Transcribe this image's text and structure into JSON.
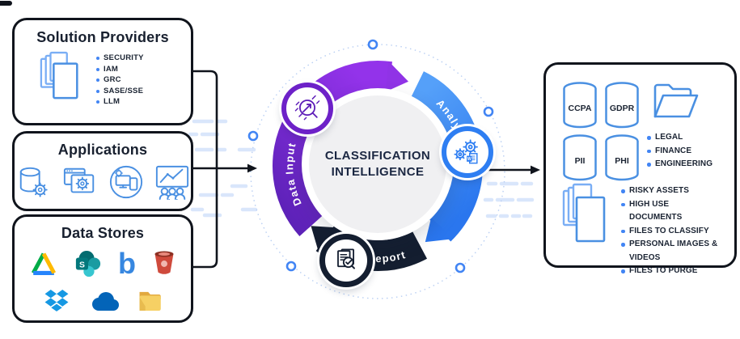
{
  "solution_providers": {
    "title": "Solution Providers",
    "icon": "document-stack-icon",
    "items": [
      "SECURITY",
      "IAM",
      "GRC",
      "SASE/SSE",
      "LLM"
    ]
  },
  "applications": {
    "title": "Applications",
    "icons": [
      "database-gear-icon",
      "app-windows-gear-icon",
      "devices-gear-icon",
      "team-analytics-icon"
    ]
  },
  "data_stores": {
    "title": "Data Stores",
    "logos": [
      "google-drive",
      "sharepoint",
      "box",
      "amazon-s3",
      "dropbox",
      "onedrive",
      "shared-folder"
    ]
  },
  "cycle": {
    "center_title_line1": "CLASSIFICATION",
    "center_title_line2": "INTELLIGENCE",
    "segments": {
      "data_input": {
        "label": "Data Input",
        "color": "#6d28d9",
        "icon": "search-trend-icon"
      },
      "analyze": {
        "label": "Analyze",
        "color": "#2e7ef2",
        "icon": "gears-document-icon"
      },
      "report": {
        "label": "Report",
        "color": "#141e30",
        "icon": "report-check-icon"
      }
    }
  },
  "output_panel": {
    "cylinders": [
      {
        "label": "CCPA"
      },
      {
        "label": "GDPR"
      },
      {
        "label": "PII"
      },
      {
        "label": "PHI"
      }
    ],
    "folder_icon": "open-folder-icon",
    "folder_categories": [
      "LEGAL",
      "FINANCE",
      "ENGINEERING"
    ],
    "documents_icon": "document-stack-icon",
    "document_findings": [
      "RISKY ASSETS",
      "HIGH USE DOCUMENTS",
      "FILES TO CLASSIFY",
      "PERSONAL IMAGES & VIDEOS",
      "FILES TO PURGE"
    ]
  },
  "colors": {
    "outline_blue": "#4a90e2",
    "bullet_blue": "#4285f4",
    "ink": "#1b2742",
    "dash": "#d9e6fb",
    "ring_marker": "#4285f4"
  }
}
